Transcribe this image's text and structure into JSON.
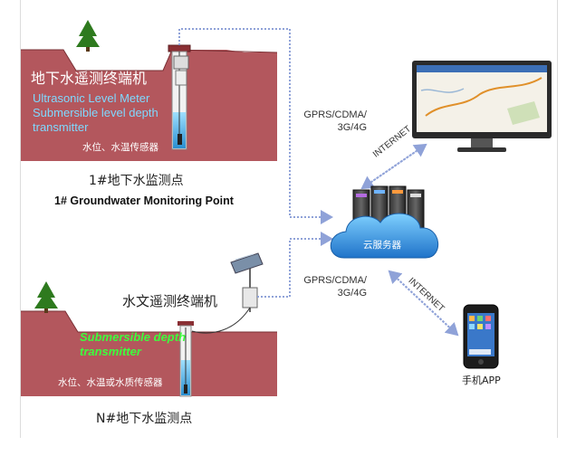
{
  "station1": {
    "terminal_cn": "地下水遥测终端机",
    "meter_en_line1": "Ultrasonic Level Meter",
    "meter_en_line2": "Submersible level depth",
    "meter_en_line3": "transmitter",
    "sensor_cn": "水位、水温传感器",
    "caption_cn": "1#地下水监测点",
    "caption_en": "1# Groundwater Monitoring Point"
  },
  "stationN": {
    "terminal_cn": "水文遥测终端机",
    "transmitter_en_line1": "Submersible depth",
    "transmitter_en_line2": "transmitter",
    "sensor_cn": "水位、水温或水质传感器",
    "caption_cn": "N#地下水监测点"
  },
  "network": {
    "link_top_line1": "GPRS/CDMA/",
    "link_top_line2": "3G/4G",
    "link_bottom_line1": "GPRS/CDMA/",
    "link_bottom_line2": "3G/4G",
    "internet_top": "INTERNET",
    "internet_bottom": "INTERNET",
    "cloud_label": "云服务器",
    "phone_label": "手机APP"
  },
  "colors": {
    "ground": "#b3575d",
    "soil_dark": "#9c474d",
    "link_line": "#8fa2d8",
    "cloud": "#2f8fe0",
    "water": "#4fb6e8"
  }
}
